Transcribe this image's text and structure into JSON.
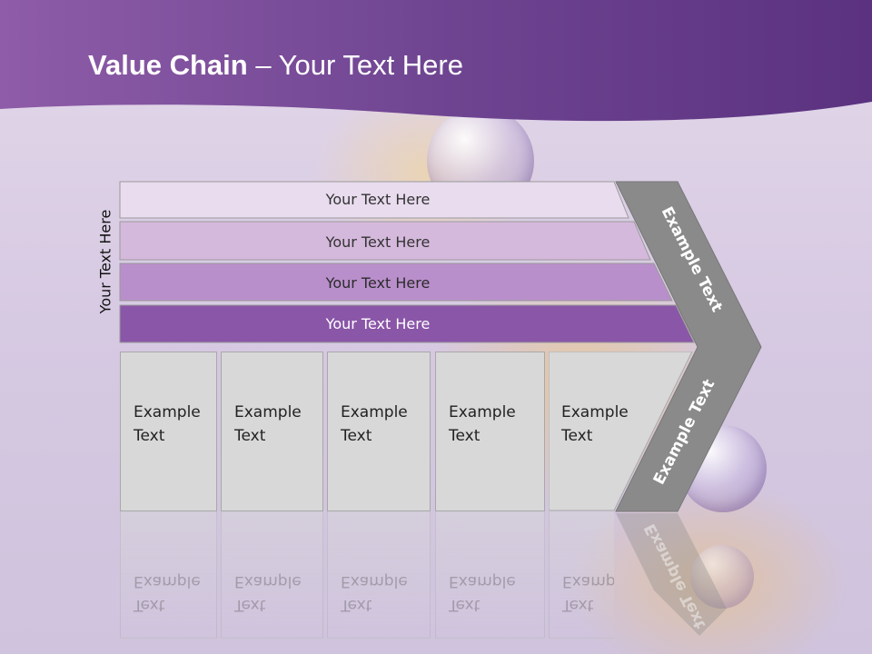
{
  "slide": {
    "title_bold": "Value Chain",
    "title_rest": " – Your Text Here",
    "side_label": "Your Text Here"
  },
  "bars": [
    {
      "label": "Your Text Here",
      "fill": "#e8dcee",
      "text_color": "#333333"
    },
    {
      "label": "Your Text Here",
      "fill": "#d5b9dc",
      "text_color": "#333333"
    },
    {
      "label": "Your Text Here",
      "fill": "#b98fcb",
      "text_color": "#2b2b2b"
    },
    {
      "label": "Your Text Here",
      "fill": "#8a56a8",
      "text_color": "#ffffff"
    }
  ],
  "columns": [
    {
      "line1": "Example",
      "line2": "Text"
    },
    {
      "line1": "Example",
      "line2": "Text"
    },
    {
      "line1": "Example",
      "line2": "Text"
    },
    {
      "line1": "Example",
      "line2": "Text"
    },
    {
      "line1": "Example",
      "line2": "Text"
    }
  ],
  "chevron": {
    "upper_label": "Example Text",
    "lower_label": "Example Text",
    "fill": "#8a8a8a",
    "text_color": "#ffffff"
  },
  "colors": {
    "header": "#6a3d8f",
    "cell_fill": "#d8d8d8",
    "bar_outline": "#9a9a9a"
  }
}
